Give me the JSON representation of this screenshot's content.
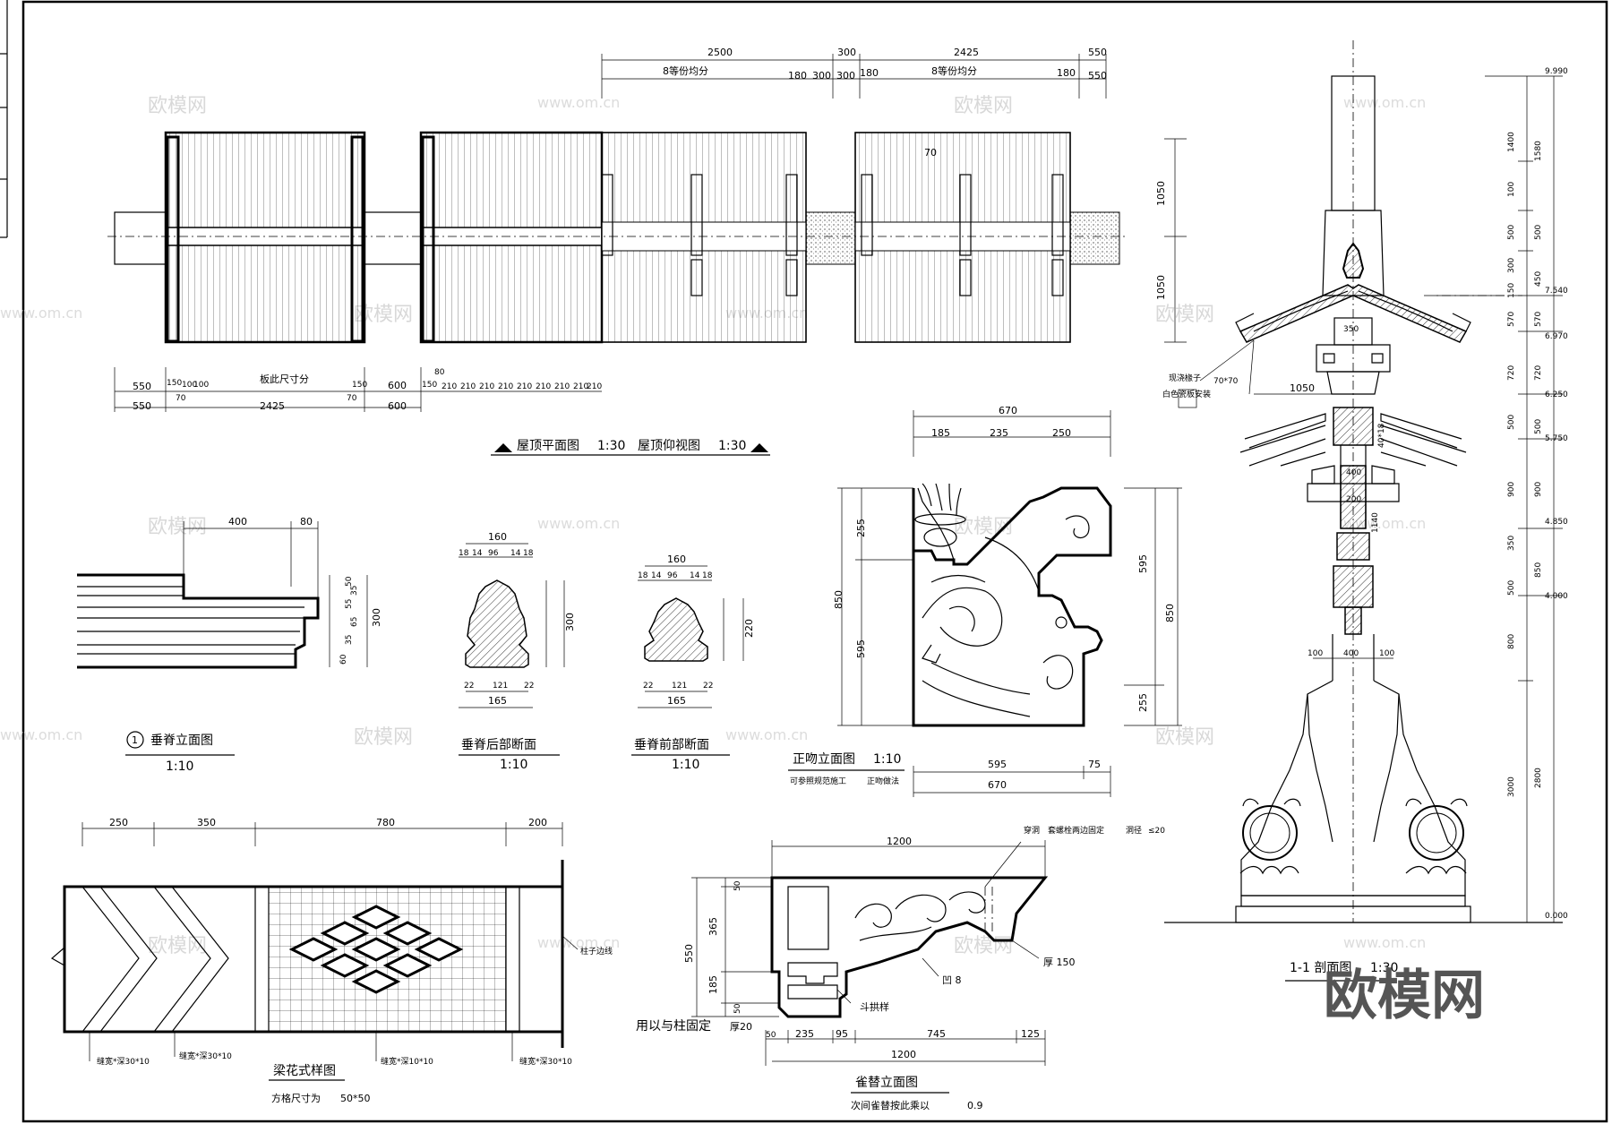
{
  "plan": {
    "title_left": "屋顶平面图",
    "scale_left": "1:30",
    "title_right": "屋顶仰视图",
    "scale_right": "1:30",
    "top_dims": [
      "2500",
      "300",
      "2425",
      "550"
    ],
    "top_dims2": [
      "8等份均分",
      "180",
      "300",
      "300",
      "180",
      "8等份均分",
      "180",
      "550"
    ],
    "bottom_note": "板此尺寸分",
    "bottom_dims_row1": [
      "550",
      "150",
      "100",
      "100",
      "150",
      "600",
      "150",
      "210",
      "210",
      "210",
      "210",
      "210",
      "210",
      "210",
      "210",
      "210"
    ],
    "bottom_dims_row2": [
      "550",
      "70",
      "2425",
      "70",
      "600"
    ],
    "dim_80": "80",
    "dim_70": "70",
    "right_dims": [
      "1050",
      "1050"
    ]
  },
  "chuiji": {
    "title": "垂脊立面图",
    "num": "1",
    "scale": "1:10",
    "dims": [
      "400",
      "80"
    ],
    "vdims": [
      "300",
      "60",
      "35",
      "65",
      "55",
      "35",
      "50"
    ]
  },
  "sec_back": {
    "title": "垂脊后部断面",
    "scale": "1:10",
    "top": "160",
    "top2": [
      "18",
      "14",
      "96",
      "14",
      "18"
    ],
    "bot": [
      "22",
      "121",
      "22"
    ],
    "bot2": "165",
    "vdim": "300"
  },
  "sec_front": {
    "title": "垂脊前部断面",
    "scale": "1:10",
    "top": "160",
    "top2": [
      "18",
      "14",
      "96",
      "14",
      "18"
    ],
    "bot": [
      "22",
      "121",
      "22"
    ],
    "bot2": "165",
    "vdim": "220"
  },
  "zhengwen": {
    "title": "正吻立面图",
    "scale": "1:10",
    "note1": "可参照规范施工",
    "note2": "正吻做法",
    "top": "670",
    "top2": [
      "185",
      "235",
      "250"
    ],
    "left": [
      "255",
      "850",
      "595"
    ],
    "right": [
      "595",
      "850",
      "255"
    ],
    "bot": [
      "595",
      "75"
    ],
    "bot2": "670"
  },
  "liang": {
    "title": "梁花式样图",
    "subtitle": "方格尺寸为",
    "subval": "50*50",
    "dims": [
      "250",
      "350",
      "780",
      "200"
    ],
    "notes": [
      "缝宽*深30*10",
      "缝宽*深30*10",
      "缝宽*深10*10",
      "缝宽*深30*10"
    ],
    "col_note": "柱子边线"
  },
  "queti": {
    "title": "雀替立面图",
    "subtitle": "次间雀替按此乘以",
    "subval": "0.9",
    "top": "1200",
    "notes": [
      "穿洞",
      "套螺栓两边固定",
      "洞径",
      "≤20"
    ],
    "label_ao": "凹 8",
    "label_hou": "厚 150",
    "label_dou": "斗拱样",
    "label_fix": "用以与柱固定",
    "label_hou20": "厚20",
    "vdims": [
      "550",
      "50",
      "365",
      "185",
      "50"
    ],
    "bot": [
      "50",
      "235",
      "95",
      "745",
      "125"
    ],
    "bot2": "1200"
  },
  "section": {
    "title": "1-1 剖面图",
    "scale": "1:30",
    "label_lizi": "现浇椽子",
    "label_lizi_dim": "70*70",
    "label_small": "白色瓷板安装",
    "dim_1050": "1050",
    "dim_350": "350",
    "dim_400a": "400",
    "dim_200": "200",
    "dim_1140": "1140",
    "dim_4018": "40*18",
    "base_dims": [
      "100",
      "400",
      "100"
    ],
    "elevations": [
      "9.990",
      "7.540",
      "6.970",
      "6.250",
      "5.750",
      "4.850",
      "4.000",
      "0.000"
    ],
    "heights_a": [
      "1400",
      "100",
      "500",
      "300",
      "150",
      "570",
      "720",
      "500",
      "900",
      "350",
      "500",
      "800",
      "3000"
    ],
    "heights_b": [
      "1580",
      "500",
      "450",
      "570",
      "720",
      "500",
      "900",
      "850",
      "2800"
    ]
  },
  "watermark": {
    "text_cn": "欧模网",
    "text_url": "www.om.cn",
    "logo": "欧模网"
  }
}
